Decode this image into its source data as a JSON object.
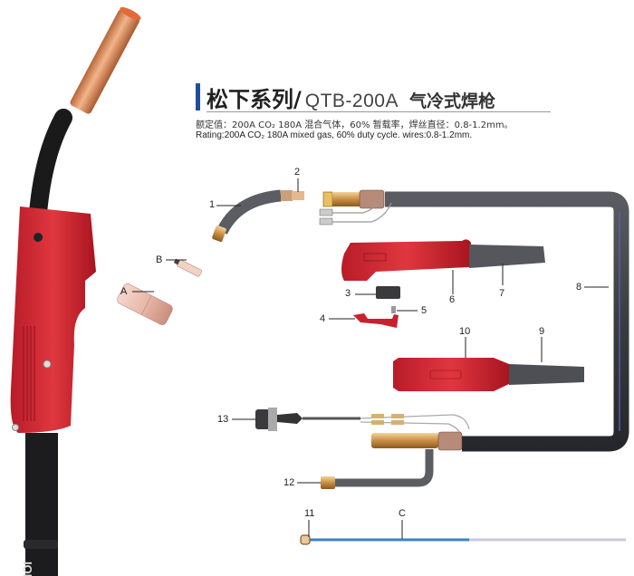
{
  "header": {
    "series_cn": "松下系列/",
    "model": "QTB-200A",
    "type_cn": "气冷式焊枪",
    "spec_cn": "额定值：200A CO₂ 180A 混合气体，60% 暂载率，焊丝直径：0.8-1.2mm。",
    "spec_en": "Rating:200A CO₂  180A mixed gas, 60% duty  cycle. wires:0.8-1.2mm."
  },
  "colors": {
    "accent_bar": "#1f4e9e",
    "handle_red": "#c8202e",
    "cable_dark": "#3a3c42",
    "copper": "#d98a5a",
    "liner_blue": "#3b82c4"
  },
  "parts": {
    "labels": [
      "1",
      "2",
      "3",
      "4",
      "5",
      "6",
      "7",
      "8",
      "9",
      "10",
      "11",
      "12",
      "13",
      "A",
      "B",
      "C"
    ]
  },
  "photo": {
    "cable_text": "IOR"
  }
}
